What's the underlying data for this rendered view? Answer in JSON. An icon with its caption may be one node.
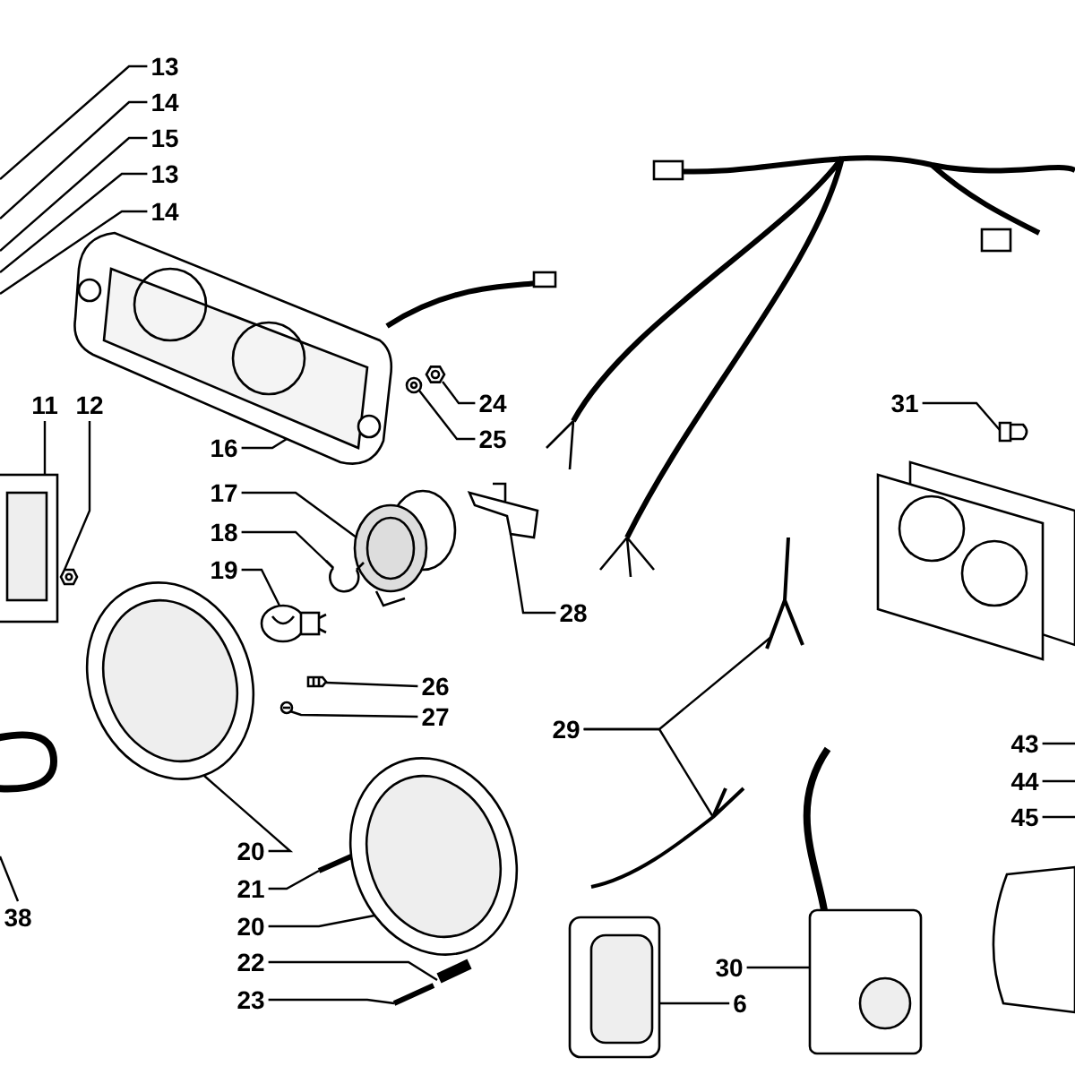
{
  "diagram": {
    "nodes": [
      {
        "text": [
          "13"
        ]
      },
      {
        "text": [
          "14"
        ]
      },
      {
        "text": [
          "15"
        ]
      },
      {
        "text": [
          "13"
        ]
      },
      {
        "text": [
          "14"
        ]
      },
      {
        "text": [
          "11"
        ]
      },
      {
        "text": [
          "12"
        ]
      },
      {
        "text": [
          "16"
        ]
      },
      {
        "text": [
          "17"
        ]
      },
      {
        "text": [
          "18"
        ]
      },
      {
        "text": [
          "19"
        ]
      },
      {
        "text": [
          "24"
        ]
      },
      {
        "text": [
          "25"
        ]
      },
      {
        "text": [
          "28"
        ]
      },
      {
        "text": [
          "26"
        ]
      },
      {
        "text": [
          "27"
        ]
      },
      {
        "text": [
          "20"
        ]
      },
      {
        "text": [
          "21"
        ]
      },
      {
        "text": [
          "20"
        ]
      },
      {
        "text": [
          "22"
        ]
      },
      {
        "text": [
          "23"
        ]
      },
      {
        "text": [
          "38"
        ]
      },
      {
        "text": [
          "29"
        ]
      },
      {
        "text": [
          "31"
        ]
      },
      {
        "text": [
          "43"
        ]
      },
      {
        "text": [
          "44"
        ]
      },
      {
        "text": [
          "45"
        ]
      },
      {
        "text": [
          "30"
        ]
      },
      {
        "text": [
          "6"
        ]
      },
      {
        "text": [],
        "shape": "picture"
      },
      {
        "text": [],
        "shape": "picture"
      },
      {
        "text": [],
        "shape": "picture"
      },
      {
        "text": [],
        "shape": "picture"
      },
      {
        "text": [],
        "shape": "picture"
      },
      {
        "text": [],
        "shape": "picture"
      },
      {
        "text": [],
        "shape": "picture"
      },
      {
        "text": [],
        "shape": "picture"
      },
      {
        "text": [],
        "shape": "picture"
      },
      {
        "text": [],
        "shape": "picture"
      },
      {
        "text": [],
        "shape": "picture"
      },
      {
        "text": [],
        "shape": "picture"
      },
      {
        "text": [],
        "shape": "picture"
      },
      {
        "text": [],
        "shape": "picture"
      },
      {
        "text": [],
        "shape": "picture"
      },
      {
        "text": [],
        "shape": "picture"
      },
      {
        "text": [],
        "shape": "picture"
      },
      {
        "text": [],
        "shape": "picture"
      },
      {
        "text": [],
        "shape": "picture"
      },
      {
        "text": [],
        "shape": "picture"
      },
      {
        "text": [],
        "shape": "picture"
      }
    ],
    "edges": [
      {
        "from": 0,
        "to": null,
        "arrow": "none"
      },
      {
        "from": 1,
        "to": null,
        "arrow": "none"
      },
      {
        "from": 2,
        "to": null,
        "arrow": "none"
      },
      {
        "from": 3,
        "to": null,
        "arrow": "none"
      },
      {
        "from": 4,
        "to": null,
        "arrow": "none"
      },
      {
        "from": 5,
        "to": 29,
        "arrow": "none"
      },
      {
        "from": 6,
        "to": 30,
        "arrow": "none"
      },
      {
        "from": 7,
        "to": 31,
        "arrow": "none"
      },
      {
        "from": 8,
        "to": 32,
        "arrow": "none"
      },
      {
        "from": 9,
        "to": 33,
        "arrow": "none"
      },
      {
        "from": 10,
        "to": 34,
        "arrow": "none"
      },
      {
        "from": 11,
        "to": 35,
        "arrow": "none"
      },
      {
        "from": 12,
        "to": 36,
        "arrow": "none"
      },
      {
        "from": 13,
        "to": 37,
        "arrow": "none"
      },
      {
        "from": 14,
        "to": 38,
        "arrow": "none"
      },
      {
        "from": 15,
        "to": 39,
        "arrow": "none"
      },
      {
        "from": 16,
        "to": 40,
        "arrow": "none"
      },
      {
        "from": 17,
        "to": 41,
        "arrow": "none"
      },
      {
        "from": 18,
        "to": 42,
        "arrow": "none"
      },
      {
        "from": 19,
        "to": 43,
        "arrow": "none"
      },
      {
        "from": 20,
        "to": 44,
        "arrow": "none"
      },
      {
        "from": 21,
        "to": null,
        "arrow": "none"
      },
      {
        "from": 22,
        "to": 45,
        "arrow": "none"
      },
      {
        "from": 22,
        "to": 46,
        "arrow": "none"
      },
      {
        "from": 23,
        "to": 47,
        "arrow": "none"
      },
      {
        "from": 24,
        "to": null,
        "arrow": "none"
      },
      {
        "from": 25,
        "to": null,
        "arrow": "none"
      },
      {
        "from": 26,
        "to": null,
        "arrow": "none"
      },
      {
        "from": 27,
        "to": 48,
        "arrow": "none"
      },
      {
        "from": 28,
        "to": 49,
        "arrow": "none"
      }
    ]
  }
}
